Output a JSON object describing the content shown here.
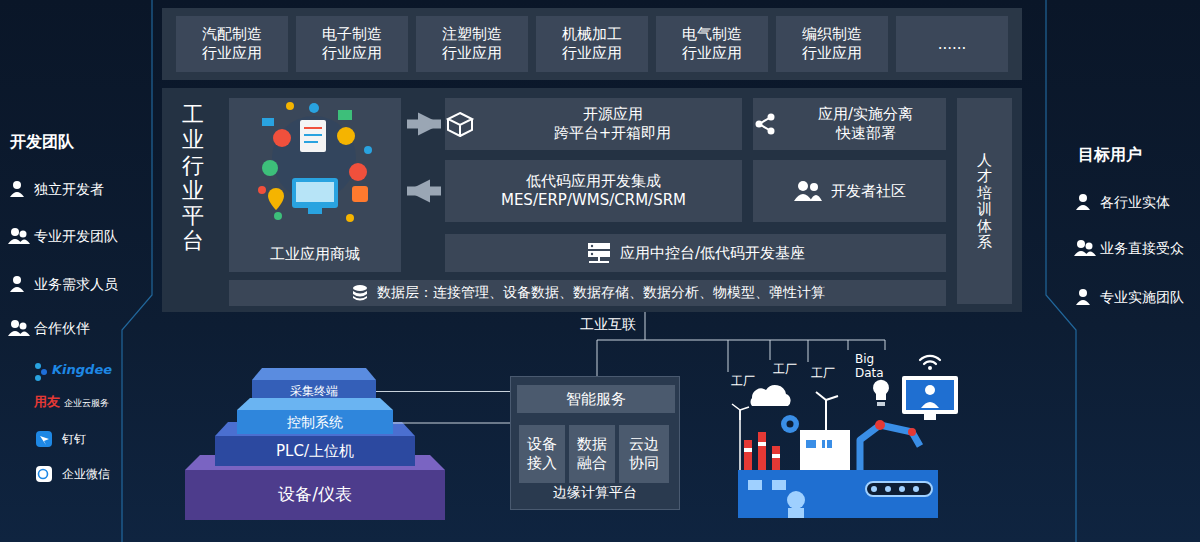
{
  "diagram": {
    "nodes": [
      {
        "text": [
          "汽配制造 行业应用"
        ]
      },
      {
        "text": [
          "电子制造 行业应用"
        ]
      },
      {
        "text": [
          "注塑制造 行业应用"
        ]
      },
      {
        "text": [
          "机械加工 行业应用"
        ]
      },
      {
        "text": [
          "电气制造 行业应用"
        ]
      },
      {
        "text": [
          "编织制造 行业应用"
        ]
      },
      {
        "text": [
          "......"
        ]
      },
      {
        "text": [
          "工业行业平台"
        ]
      },
      {
        "text": [
          "工业应用商城"
        ],
        "in": 7
      },
      {
        "text": [
          "开源应用 跨平台+开箱即用"
        ],
        "in": 7
      },
      {
        "text": [
          "应用/实施分离 快速部署"
        ],
        "in": 7
      },
      {
        "text": [
          "低代码应用开发集成 MES/ERP/WMS/CRM/SRM"
        ],
        "in": 7
      },
      {
        "text": [
          "开发者社区"
        ],
        "in": 7
      },
      {
        "text": [
          "应用中控台/低代码开发基座"
        ],
        "in": 7
      },
      {
        "text": [
          "人才培训体系"
        ],
        "in": 7
      },
      {
        "text": [
          "数据层：连接管理、设备数据、数据存储、数据分析、物模型、弹性计算"
        ],
        "in": 7
      },
      {
        "text": [
          "采集终端"
        ]
      },
      {
        "text": [
          "控制系统"
        ]
      },
      {
        "text": [
          "PLC/上位机"
        ]
      },
      {
        "text": [
          "设备/仪表"
        ]
      },
      {
        "text": [
          "边缘计算平台"
        ]
      },
      {
        "text": [
          "智能服务"
        ],
        "in": 20
      },
      {
        "text": [
          "设备 接入"
        ],
        "in": 20
      },
      {
        "text": [
          "数据 融合"
        ],
        "in": 20
      },
      {
        "text": [
          "云边 协同"
        ],
        "in": 20
      }
    ],
    "edges": [
      {
        "from": 8,
        "to": 9,
        "arrow": "to"
      },
      {
        "from": 11,
        "to": 8,
        "arrow": "to"
      },
      {
        "from": 16,
        "to": 20,
        "arrow": "none"
      },
      {
        "from": 17,
        "to": 20,
        "arrow": "none"
      },
      {
        "from": 20,
        "to": 7,
        "label": "工业互联",
        "arrow": "none"
      }
    ],
    "labels": [
      "开发团队",
      "独立开发者",
      "专业开发团队",
      "业务需求人员",
      "合作伙伴",
      "Kingdee",
      "用友",
      "企业云服务",
      "钉钉",
      "企业微信",
      "目标用户",
      "各行业实体",
      "业务直接受众",
      "专业实施团队",
      "工厂",
      "工厂",
      "工厂",
      "Big Data"
    ]
  }
}
